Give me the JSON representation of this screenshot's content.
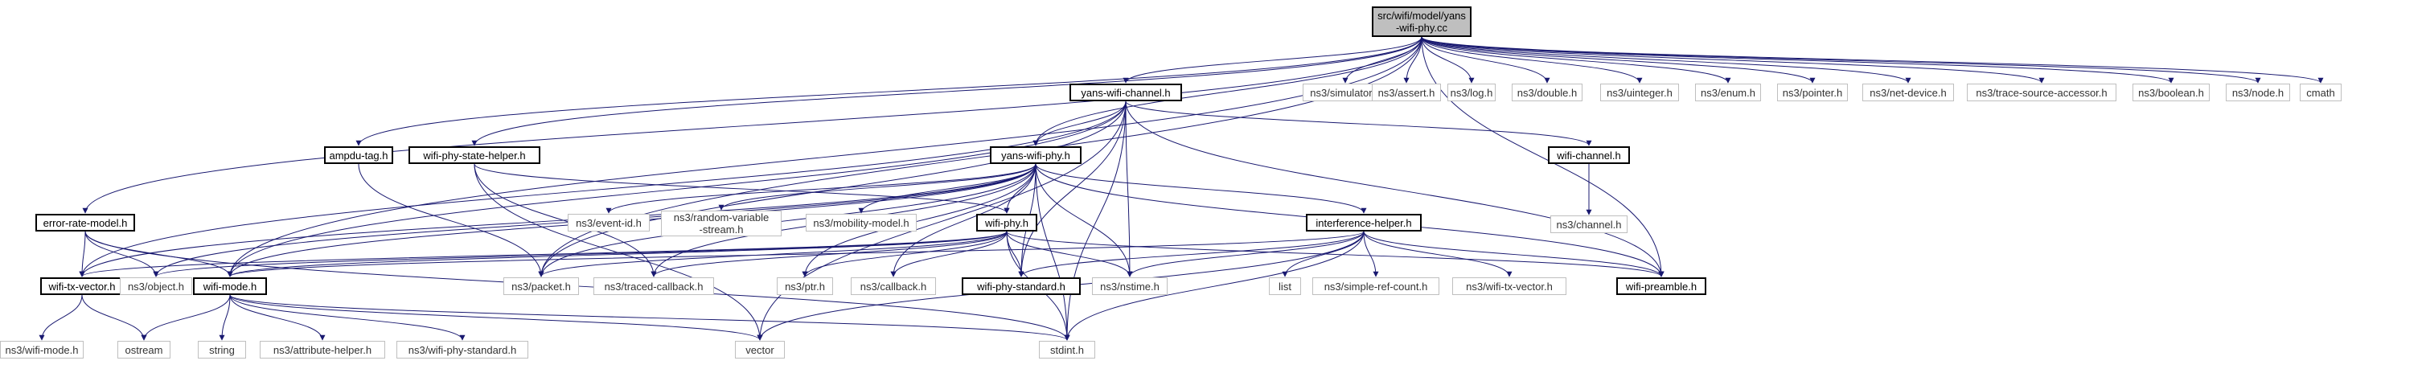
{
  "diagram": {
    "nodes": [
      {
        "id": "root",
        "label": "src/wifi/model/yans\n-wifi-phy.cc",
        "kind": "root"
      },
      {
        "id": "ywc",
        "label": "yans-wifi-channel.h",
        "kind": "doc"
      },
      {
        "id": "simulator",
        "label": "ns3/simulator.h",
        "kind": "ext"
      },
      {
        "id": "assert",
        "label": "ns3/assert.h",
        "kind": "ext"
      },
      {
        "id": "log",
        "label": "ns3/log.h",
        "kind": "ext"
      },
      {
        "id": "double",
        "label": "ns3/double.h",
        "kind": "ext"
      },
      {
        "id": "uinteger",
        "label": "ns3/uinteger.h",
        "kind": "ext"
      },
      {
        "id": "enum",
        "label": "ns3/enum.h",
        "kind": "ext"
      },
      {
        "id": "pointer",
        "label": "ns3/pointer.h",
        "kind": "ext"
      },
      {
        "id": "netdevice",
        "label": "ns3/net-device.h",
        "kind": "ext"
      },
      {
        "id": "tsa",
        "label": "ns3/trace-source-accessor.h",
        "kind": "ext"
      },
      {
        "id": "boolean",
        "label": "ns3/boolean.h",
        "kind": "ext"
      },
      {
        "id": "node",
        "label": "ns3/node.h",
        "kind": "ext"
      },
      {
        "id": "cmath",
        "label": "cmath",
        "kind": "ext"
      },
      {
        "id": "ampdu",
        "label": "ampdu-tag.h",
        "kind": "doc"
      },
      {
        "id": "psh",
        "label": "wifi-phy-state-helper.h",
        "kind": "doc"
      },
      {
        "id": "ywp",
        "label": "yans-wifi-phy.h",
        "kind": "doc"
      },
      {
        "id": "wchan",
        "label": "wifi-channel.h",
        "kind": "doc"
      },
      {
        "id": "ns3chan",
        "label": "ns3/channel.h",
        "kind": "ext"
      },
      {
        "id": "eid",
        "label": "ns3/event-id.h",
        "kind": "ext"
      },
      {
        "id": "rv",
        "label": "ns3/random-variable\n-stream.h",
        "kind": "ext"
      },
      {
        "id": "mob",
        "label": "ns3/mobility-model.h",
        "kind": "ext"
      },
      {
        "id": "wphy",
        "label": "wifi-phy.h",
        "kind": "doc"
      },
      {
        "id": "ih",
        "label": "interference-helper.h",
        "kind": "doc"
      },
      {
        "id": "erm",
        "label": "error-rate-model.h",
        "kind": "doc"
      },
      {
        "id": "wtv",
        "label": "wifi-tx-vector.h",
        "kind": "doc"
      },
      {
        "id": "obj",
        "label": "ns3/object.h",
        "kind": "ext"
      },
      {
        "id": "wmode",
        "label": "wifi-mode.h",
        "kind": "doc"
      },
      {
        "id": "packet",
        "label": "ns3/packet.h",
        "kind": "ext"
      },
      {
        "id": "tcb",
        "label": "ns3/traced-callback.h",
        "kind": "ext"
      },
      {
        "id": "ptr",
        "label": "ns3/ptr.h",
        "kind": "ext"
      },
      {
        "id": "cb",
        "label": "ns3/callback.h",
        "kind": "ext"
      },
      {
        "id": "wps",
        "label": "wifi-phy-standard.h",
        "kind": "doc"
      },
      {
        "id": "nstime",
        "label": "ns3/nstime.h",
        "kind": "ext"
      },
      {
        "id": "list",
        "label": "list",
        "kind": "ext"
      },
      {
        "id": "src",
        "label": "ns3/simple-ref-count.h",
        "kind": "ext"
      },
      {
        "id": "nswtv",
        "label": "ns3/wifi-tx-vector.h",
        "kind": "ext"
      },
      {
        "id": "wpre",
        "label": "wifi-preamble.h",
        "kind": "doc"
      },
      {
        "id": "nswmode",
        "label": "ns3/wifi-mode.h",
        "kind": "ext"
      },
      {
        "id": "ostream",
        "label": "ostream",
        "kind": "ext"
      },
      {
        "id": "string",
        "label": "string",
        "kind": "ext"
      },
      {
        "id": "attr",
        "label": "ns3/attribute-helper.h",
        "kind": "ext"
      },
      {
        "id": "nswps",
        "label": "ns3/wifi-phy-standard.h",
        "kind": "ext"
      },
      {
        "id": "vector",
        "label": "vector",
        "kind": "ext"
      },
      {
        "id": "stdint",
        "label": "stdint.h",
        "kind": "ext"
      }
    ],
    "edges": [
      [
        "root",
        "ywc"
      ],
      [
        "root",
        "simulator"
      ],
      [
        "root",
        "assert"
      ],
      [
        "root",
        "log"
      ],
      [
        "root",
        "double"
      ],
      [
        "root",
        "uinteger"
      ],
      [
        "root",
        "enum"
      ],
      [
        "root",
        "pointer"
      ],
      [
        "root",
        "netdevice"
      ],
      [
        "root",
        "tsa"
      ],
      [
        "root",
        "boolean"
      ],
      [
        "root",
        "node"
      ],
      [
        "root",
        "cmath"
      ],
      [
        "root",
        "ampdu"
      ],
      [
        "root",
        "psh"
      ],
      [
        "root",
        "ywp"
      ],
      [
        "root",
        "erm"
      ],
      [
        "root",
        "wmode"
      ],
      [
        "root",
        "packet"
      ],
      [
        "root",
        "wpre"
      ],
      [
        "ywc",
        "ywp"
      ],
      [
        "ywc",
        "wchan"
      ],
      [
        "ywc",
        "wmode"
      ],
      [
        "ywc",
        "wtv"
      ],
      [
        "ywc",
        "packet"
      ],
      [
        "ywc",
        "nstime"
      ],
      [
        "ywc",
        "wps"
      ],
      [
        "ywc",
        "wpre"
      ],
      [
        "ywc",
        "vector"
      ],
      [
        "ywc",
        "stdint"
      ],
      [
        "wchan",
        "ns3chan"
      ],
      [
        "ampdu",
        "packet"
      ],
      [
        "psh",
        "wphy"
      ],
      [
        "psh",
        "tcb"
      ],
      [
        "psh",
        "vector"
      ],
      [
        "ywp",
        "eid"
      ],
      [
        "ywp",
        "rv"
      ],
      [
        "ywp",
        "mob"
      ],
      [
        "ywp",
        "wphy"
      ],
      [
        "ywp",
        "ih"
      ],
      [
        "ywp",
        "obj"
      ],
      [
        "ywp",
        "wmode"
      ],
      [
        "ywp",
        "wtv"
      ],
      [
        "ywp",
        "packet"
      ],
      [
        "ywp",
        "tcb"
      ],
      [
        "ywp",
        "cb"
      ],
      [
        "ywp",
        "ptr"
      ],
      [
        "ywp",
        "wps"
      ],
      [
        "ywp",
        "nstime"
      ],
      [
        "ywp",
        "wpre"
      ],
      [
        "ywp",
        "stdint"
      ],
      [
        "wphy",
        "wmode"
      ],
      [
        "wphy",
        "wtv"
      ],
      [
        "wphy",
        "obj"
      ],
      [
        "wphy",
        "packet"
      ],
      [
        "wphy",
        "tcb"
      ],
      [
        "wphy",
        "ptr"
      ],
      [
        "wphy",
        "cb"
      ],
      [
        "wphy",
        "wps"
      ],
      [
        "wphy",
        "nstime"
      ],
      [
        "wphy",
        "wpre"
      ],
      [
        "wphy",
        "stdint"
      ],
      [
        "ih",
        "wmode"
      ],
      [
        "ih",
        "wpre"
      ],
      [
        "ih",
        "list"
      ],
      [
        "ih",
        "src"
      ],
      [
        "ih",
        "nswtv"
      ],
      [
        "ih",
        "nstime"
      ],
      [
        "ih",
        "wps"
      ],
      [
        "ih",
        "vector"
      ],
      [
        "ih",
        "stdint"
      ],
      [
        "erm",
        "wtv"
      ],
      [
        "erm",
        "wmode"
      ],
      [
        "erm",
        "obj"
      ],
      [
        "erm",
        "stdint"
      ],
      [
        "wtv",
        "nswmode"
      ],
      [
        "wtv",
        "ostream"
      ],
      [
        "wmode",
        "ostream"
      ],
      [
        "wmode",
        "string"
      ],
      [
        "wmode",
        "attr"
      ],
      [
        "wmode",
        "nswps"
      ],
      [
        "wmode",
        "vector"
      ],
      [
        "wmode",
        "stdint"
      ]
    ],
    "colors": {
      "edge": "#191970",
      "root_fill": "#bfbfbf",
      "ext_border": "#bfbfbf",
      "doc_border": "#000000"
    }
  }
}
